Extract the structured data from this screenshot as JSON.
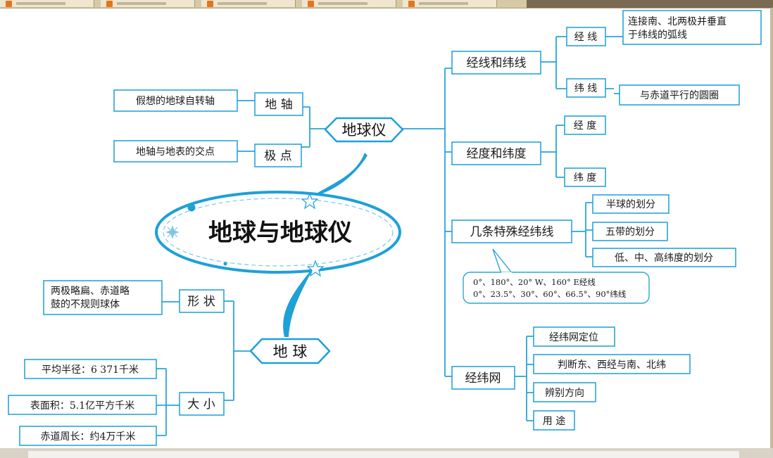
{
  "title": "地球与地球仪",
  "globe_model": {
    "label": "地球仪",
    "axis": {
      "label": "地 轴",
      "desc": "假想的地球自转轴"
    },
    "pole": {
      "label": "极 点",
      "desc": "地轴与地表的交点"
    },
    "meridians_parallels": {
      "label": "经线和纬线",
      "meridian": {
        "label": "经 线",
        "desc_line1": "连接南、北两极并垂直",
        "desc_line2": "于纬线的弧线"
      },
      "parallel": {
        "label": "纬 线",
        "desc": "与赤道平行的圆圈"
      }
    },
    "longitude_latitude": {
      "label": "经度和纬度",
      "longitude": "经 度",
      "latitude": "纬 度"
    },
    "special_lines": {
      "label": "几条特殊经纬线",
      "items": [
        "半球的划分",
        "五带的划分",
        "低、中、高纬度的划分"
      ],
      "note_line1": "0°、180°、20° W、160° E经线",
      "note_line2": "0°、23.5°、30°、60°、66.5°、90°纬线"
    },
    "grid": {
      "label": "经纬网",
      "uses": [
        "经纬网定位",
        "判断东、西经与南、北纬",
        "辨别方向",
        "用 途"
      ]
    }
  },
  "earth": {
    "label": "地 球",
    "shape": {
      "label": "形 状",
      "desc_line1": "两极略扁、赤道略",
      "desc_line2": "鼓的不规则球体"
    },
    "size": {
      "label": "大 小",
      "items": [
        "平均半径：6 371千米",
        "表面积：5.1亿平方千米",
        "赤道周长：约4万千米"
      ]
    }
  }
}
